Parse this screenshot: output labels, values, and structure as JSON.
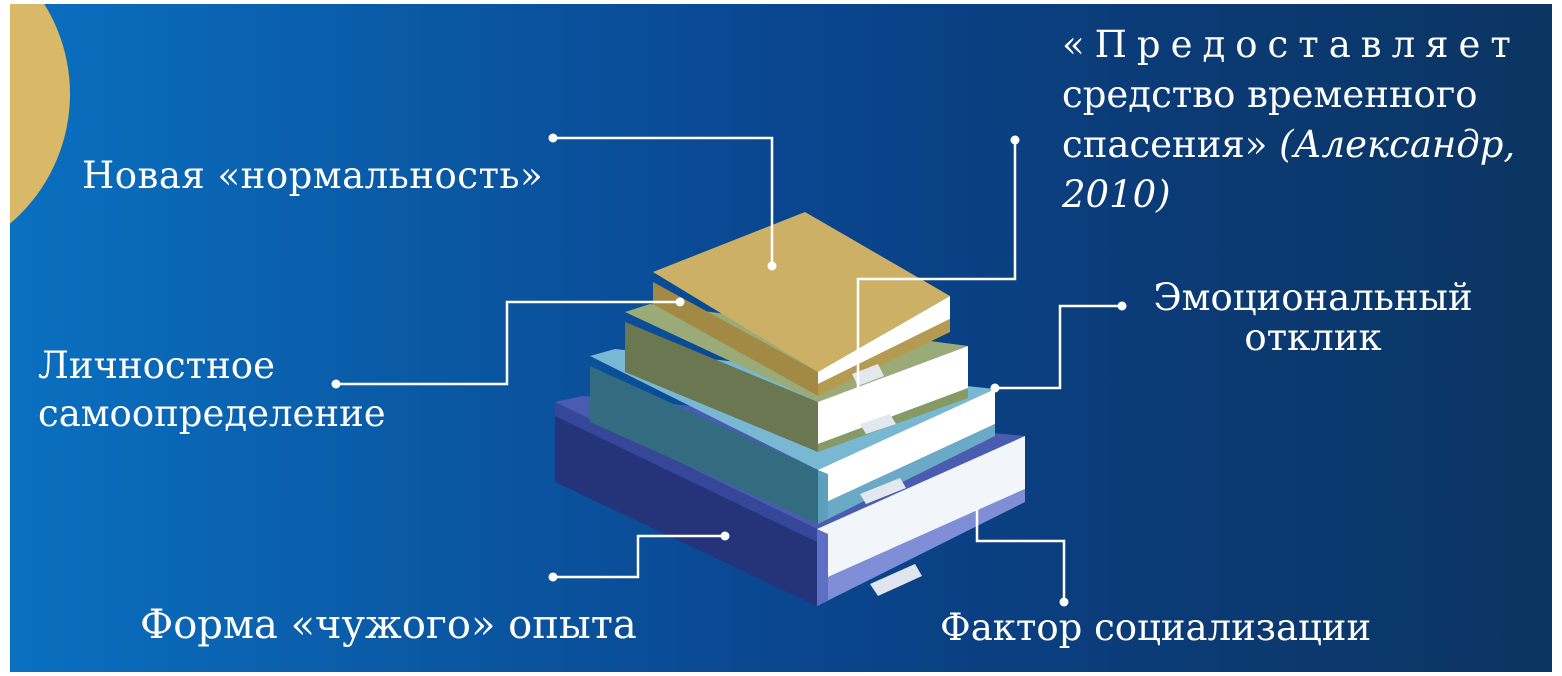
{
  "labels": {
    "new_normality": "Новая «нормальность»",
    "personal_line1": "Личностное",
    "personal_line2": "самоопределение",
    "foreign_experience": "Форма «чужого» опыта",
    "emotional_line1": "Эмоциональный",
    "emotional_line2": "отклик",
    "socialization": "Фактор социализации",
    "quote_line1": "«Предоставляет",
    "quote_line2": "средство временного",
    "quote_line3_text": "спасения»",
    "quote_line3_cite": "(Александр,",
    "quote_line4_cite": "2010)"
  },
  "colors": {
    "background_left": "#0a70c0",
    "background_right": "#0b3562",
    "book_gold": "#c9ad62",
    "book_olive": "#8f9e70",
    "book_teal": "#5d9ab4",
    "book_navy": "#3d4f9c",
    "accent_circle": "#d9b867",
    "connector": "#ffffff"
  }
}
